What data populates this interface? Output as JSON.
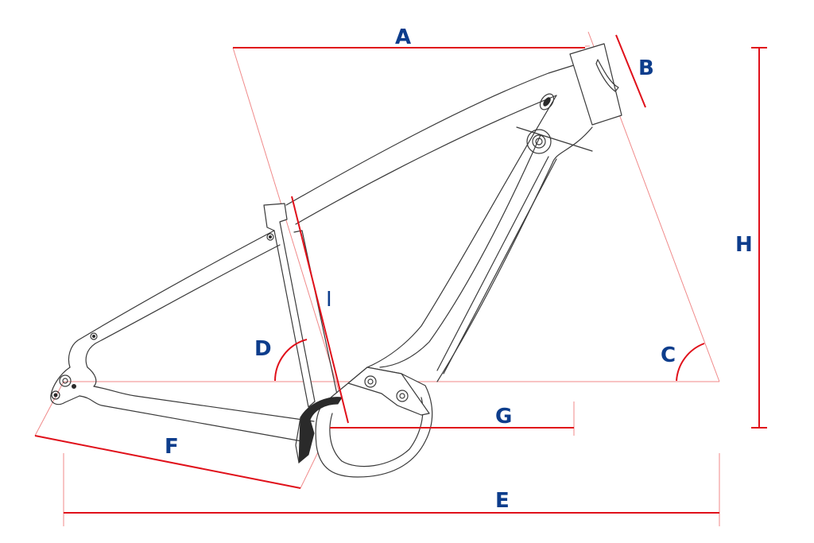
{
  "labels": {
    "a": "A",
    "b": "B",
    "c": "C",
    "d": "D",
    "e": "E",
    "f": "F",
    "g": "G",
    "h": "H",
    "i": "I"
  },
  "colors": {
    "dimension_line": "#e0101a",
    "guide_line": "#f08a8a",
    "label_text": "#0d3d8c",
    "frame_outline": "#3a3a3a"
  }
}
